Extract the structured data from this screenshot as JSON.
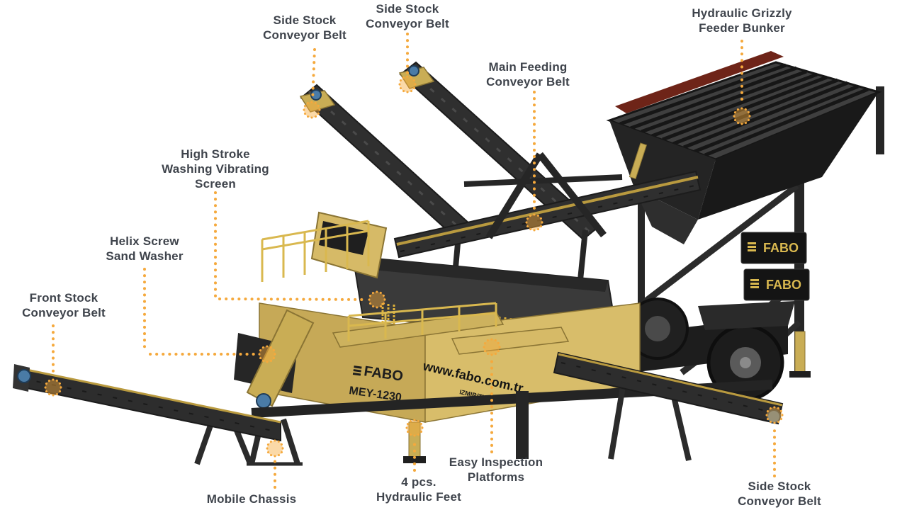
{
  "colors": {
    "accent_orange": "#F5A93D",
    "label_text": "#3F444C",
    "machine_yellow": "#D8BD6A",
    "machine_dark": "#2D2D2D"
  },
  "machine": {
    "brand": "FABO",
    "model": "MEY-1230",
    "website": "www.fabo.com.tr",
    "location": "IZMIR/TURKEY"
  },
  "callouts": [
    {
      "id": "side-stock-conveyor-belt-left",
      "label": "Side Stock\nConveyor Belt"
    },
    {
      "id": "side-stock-conveyor-belt-top",
      "label": "Side Stock\nConveyor Belt"
    },
    {
      "id": "hydraulic-grizzly-feeder-bunker",
      "label": "Hydraulic Grizzly\nFeeder Bunker"
    },
    {
      "id": "main-feeding-conveyor-belt",
      "label": "Main Feeding\nConveyor Belt"
    },
    {
      "id": "high-stroke-washing-vibrating-screen",
      "label": "High Stroke\nWashing Vibrating\nScreen"
    },
    {
      "id": "helix-screw-sand-washer",
      "label": "Helix Screw\nSand Washer"
    },
    {
      "id": "front-stock-conveyor-belt",
      "label": "Front Stock\nConveyor Belt"
    },
    {
      "id": "mobile-chassis",
      "label": "Mobile Chassis"
    },
    {
      "id": "hydraulic-feet",
      "label": "4 pcs.\nHydraulic Feet"
    },
    {
      "id": "easy-inspection-platforms",
      "label": "Easy Inspection\nPlatforms"
    },
    {
      "id": "side-stock-conveyor-belt-right",
      "label": "Side Stock\nConveyor Belt"
    }
  ]
}
